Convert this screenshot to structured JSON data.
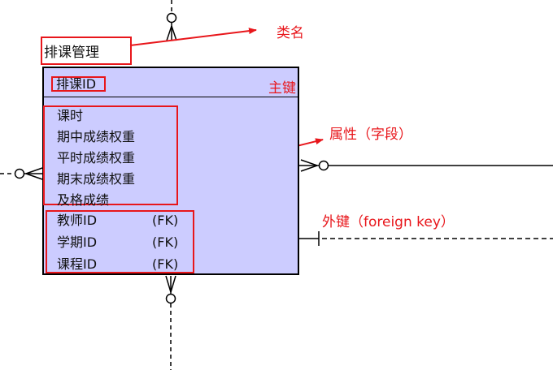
{
  "entity": {
    "name": "排课管理",
    "primary_key": "排课ID",
    "attributes": [
      "课时",
      "期中成绩权重",
      "平时成绩权重",
      "期末成绩权重",
      "及格成绩"
    ],
    "foreign_keys": [
      {
        "name": "教师ID",
        "tag": "(FK)"
      },
      {
        "name": "学期ID",
        "tag": "(FK)"
      },
      {
        "name": "课程ID",
        "tag": "(FK)"
      }
    ]
  },
  "annotations": {
    "class_name": "类名",
    "primary_key": "主键",
    "attributes": "属性（字段）",
    "foreign_key": "外键（foreign key）"
  },
  "colors": {
    "entity_fill": "#ccccff",
    "annotation": "#e8161b",
    "outline": "#000000"
  }
}
